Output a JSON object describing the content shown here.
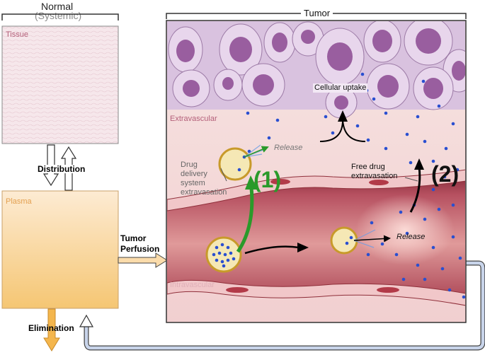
{
  "normal": {
    "title_line1": "Normal",
    "title_line2": "(Systemic)",
    "tissue_label": "Tissue",
    "plasma_label": "Plasma",
    "distribution_label": "Distribution",
    "elimination_label": "Elimination",
    "tumor_perfusion_line1": "Tumor",
    "tumor_perfusion_line2": "Perfusion"
  },
  "tumor": {
    "title": "Tumor",
    "cellular_uptake": "Cellular uptake",
    "extravascular": "Extravascular",
    "intravascular": "Intravascular",
    "release_top": "Release",
    "release_bottom": "Release",
    "dds_line1": "Drug",
    "dds_line2": "delivery",
    "dds_line3": "system",
    "dds_line4": "extravasation",
    "free_line1": "Free drug",
    "free_line2": "extravasation",
    "pathway1": "(1)",
    "pathway2": "(2)"
  },
  "colors": {
    "tissue_fill": "#f4e3e8",
    "plasma_top": "#fde9cf",
    "plasma_bottom": "#f6c97a",
    "vessel": "#8f2f3a",
    "lumen": "#d88a8a",
    "stroma": "#f5dcdc",
    "cell": "#e2cbe6",
    "nucleus": "#7e3f86",
    "drug_dot": "#2a4fd0",
    "pathway1_green": "#2a9a2a",
    "label_pink": "#b4607a",
    "plasma_label": "#e3a050"
  }
}
